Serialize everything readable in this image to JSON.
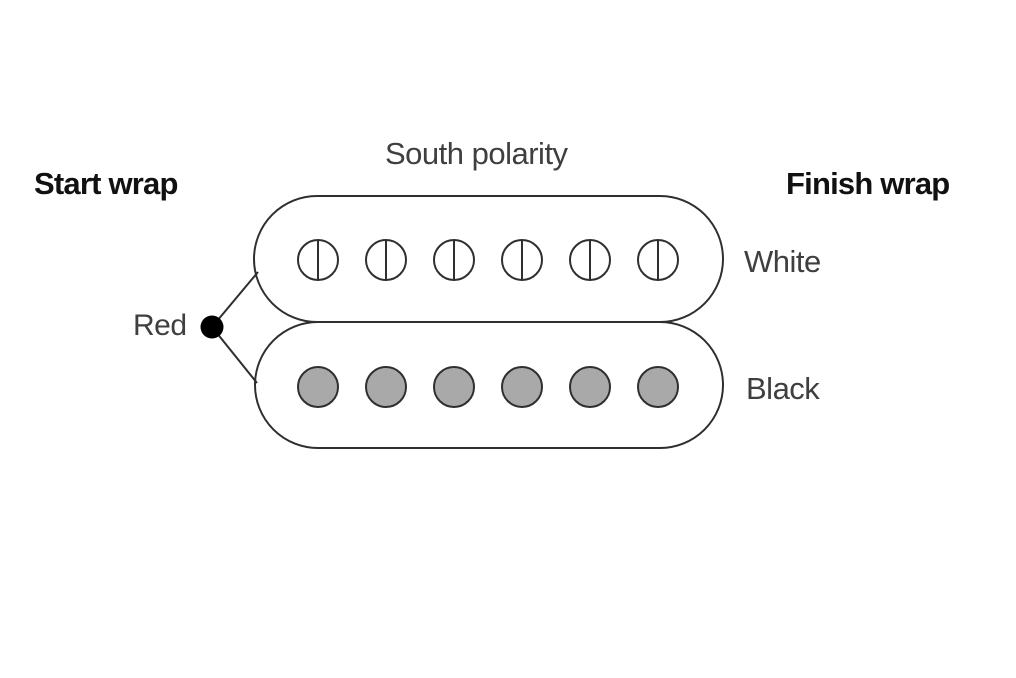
{
  "diagram": {
    "polarity_label": "South polarity",
    "start_wrap_label": "Start wrap",
    "finish_wrap_label": "Finish wrap",
    "start_wire_label": "Red",
    "top_coil": {
      "lead_label": "White",
      "pole_type": "screw",
      "pole_count": 6
    },
    "bottom_coil": {
      "lead_label": "Black",
      "pole_type": "slug",
      "pole_count": 6
    },
    "colors": {
      "outline": "#2f2f2f",
      "screw_fill": "#ffffff",
      "slug_fill": "#a9a9a9",
      "dot": "#000000",
      "label_text": "#3f3f3f",
      "bold_text": "#111111",
      "background": "#ffffff"
    }
  }
}
